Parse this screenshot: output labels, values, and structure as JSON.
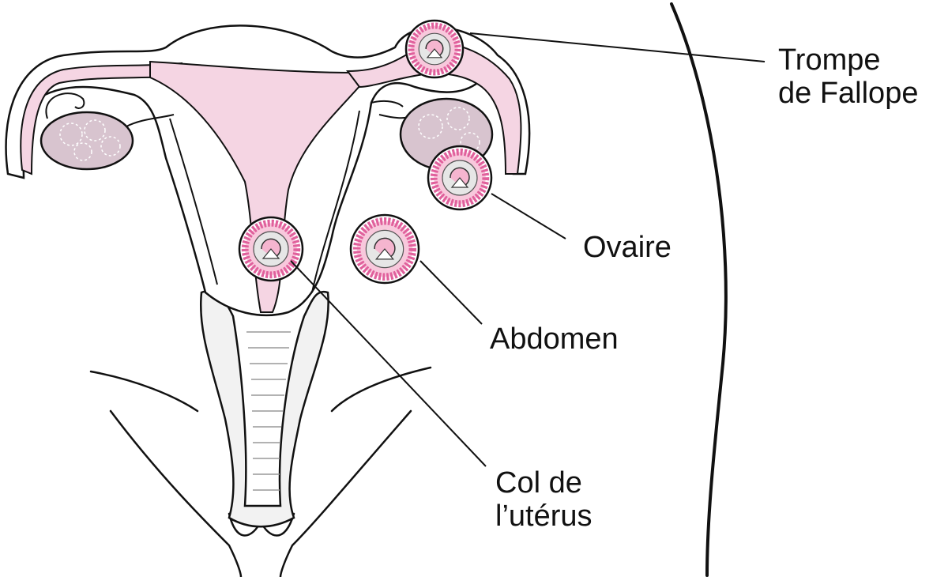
{
  "labels": {
    "fallopian_tube": [
      "Trompe",
      "de Fallope"
    ],
    "ovary": "Ovaire",
    "abdomen": "Abdomen",
    "cervix": [
      "Col de",
      "l’utérus"
    ]
  },
  "colors": {
    "tissue_pink": "#f5d5e3",
    "embryo_ring": "#e0609c",
    "ovary_fill": "#d8c4cf",
    "line": "#111111"
  }
}
